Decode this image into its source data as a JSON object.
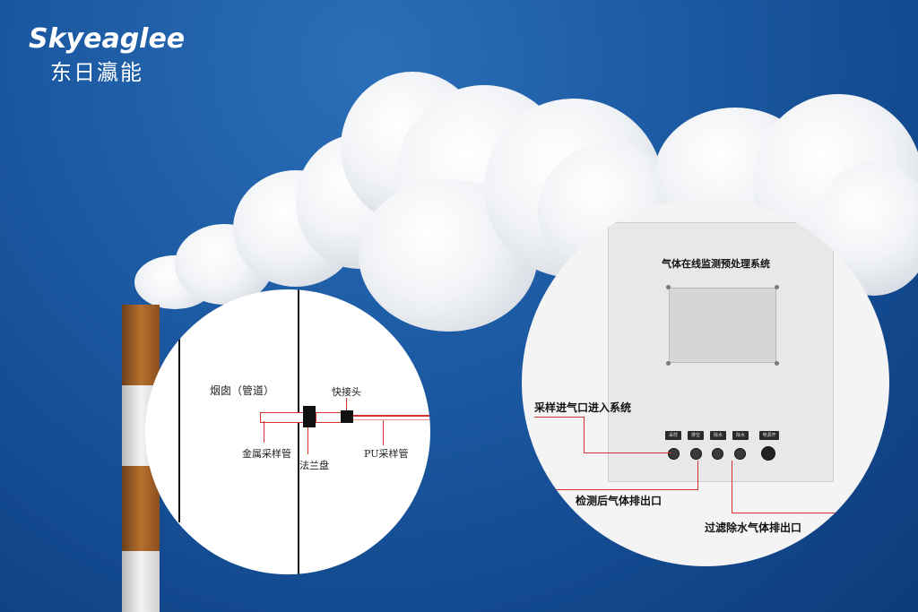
{
  "brand": {
    "name_en": "Skyeaglee",
    "name_cn": "东日瀛能"
  },
  "left_diagram": {
    "chimney_label": "烟囱（管道）",
    "quick_connector": "快接头",
    "metal_sampling_tube": "金属采样管",
    "flange": "法兰盘",
    "pu_sampling_tube": "PU采样管"
  },
  "right_diagram": {
    "system_title": "气体在线监测预处理系统",
    "sample_inlet": "采样进气口进入系统",
    "post_detection_outlet": "检测后气体排出口",
    "filtered_water_outlet": "过滤除水气体排出口",
    "buttons": [
      "采样",
      "排空",
      "除水",
      "除水",
      "电源开"
    ]
  },
  "colors": {
    "sky": "#1c5aa3",
    "accent_line": "#d43030"
  }
}
